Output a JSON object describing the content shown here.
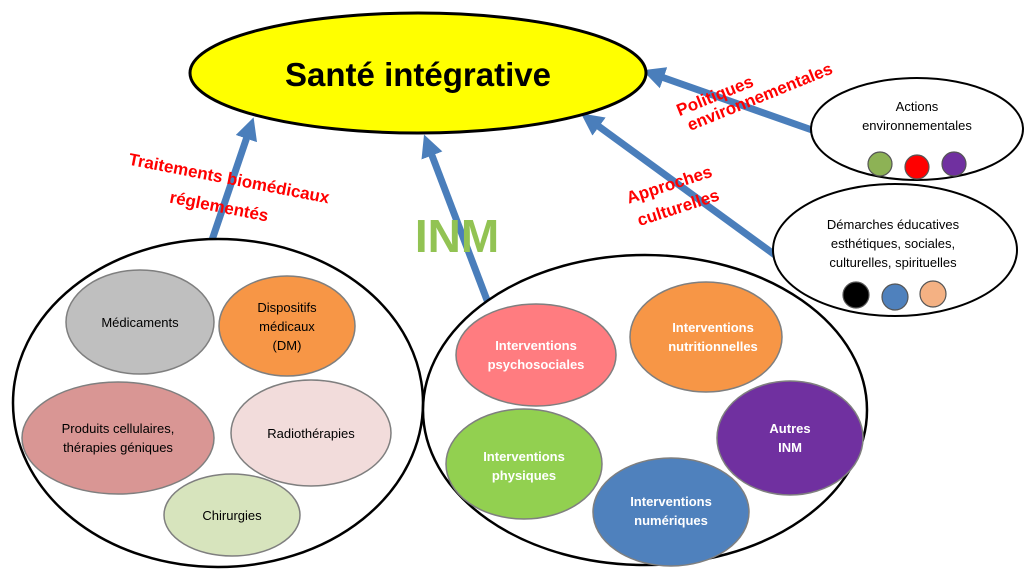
{
  "title": "Santé intégrative",
  "inm_label": "INM",
  "arrow_labels": {
    "biomedical_line1": "Traitements biomédicaux",
    "biomedical_line2": "réglementés",
    "cultural_line1": "Approches",
    "cultural_line2": "culturelles",
    "policies_line1": "Politiques",
    "policies_line2": "environnementales"
  },
  "biomedical_group": {
    "medicaments": "Médicaments",
    "dm_line1": "Dispositifs",
    "dm_line2": "médicaux",
    "dm_line3": "(DM)",
    "cell_line1": "Produits cellulaires,",
    "cell_line2": "thérapies géniques",
    "radiotherapies": "Radiothérapies",
    "chirurgies": "Chirurgies"
  },
  "inm_group": {
    "psycho_line1": "Interventions",
    "psycho_line2": "psychosociales",
    "nutri_line1": "Interventions",
    "nutri_line2": "nutritionnelles",
    "physique_line1": "Interventions",
    "physique_line2": "physiques",
    "autres_line1": "Autres",
    "autres_line2": "INM",
    "numerique_line1": "Interventions",
    "numerique_line2": "numériques"
  },
  "env_box": {
    "line1": "Actions",
    "line2": "environnementales",
    "dot_colors": [
      "#8db255",
      "#ff0000",
      "#7030a0"
    ]
  },
  "edu_box": {
    "line1": "Démarches éducatives",
    "line2": "esthétiques, sociales,",
    "line3": "culturelles, spirituelles",
    "dot_colors": [
      "#000000",
      "#4f81bd",
      "#f4b183"
    ]
  },
  "colors": {
    "title_fill": "#ffff00",
    "arrow": "#4a7ebb",
    "label_red": "#ff0000",
    "inm_green": "#92c353"
  }
}
